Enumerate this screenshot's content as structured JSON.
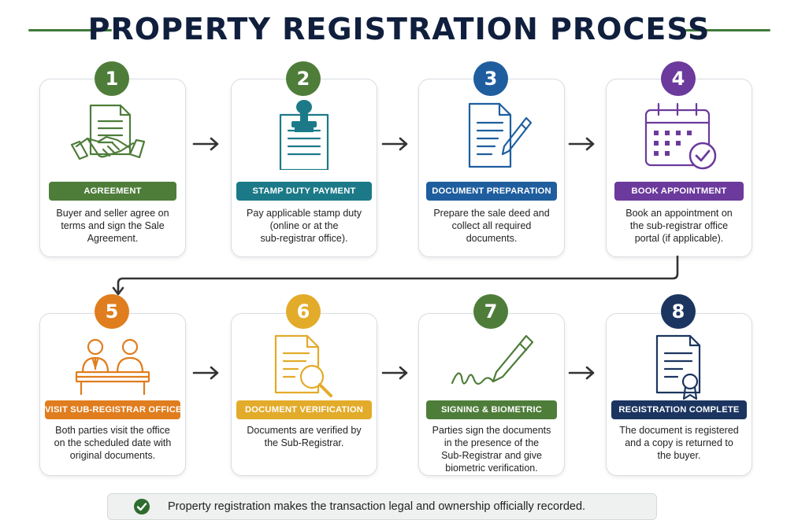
{
  "title": "PROPERTY REGISTRATION PROCESS",
  "colors": {
    "green": "#4e7d3a",
    "teal": "#1c7a88",
    "blue": "#1f5e9e",
    "purple": "#6b3a9c",
    "orange": "#e07d1e",
    "gold": "#e3ab2a",
    "navy": "#1c3560",
    "title": "#0f1f3d"
  },
  "steps": [
    {
      "number": "1",
      "label": "AGREEMENT",
      "desc_lines": [
        "Buyer and seller agree on",
        "terms and sign the Sale",
        "Agreement."
      ],
      "icon": "handshake-document-icon"
    },
    {
      "number": "2",
      "label": "STAMP DUTY PAYMENT",
      "desc_lines": [
        "Pay applicable stamp duty",
        "(online or at the",
        "sub-registrar office)."
      ],
      "icon": "stamp-icon"
    },
    {
      "number": "3",
      "label": "DOCUMENT PREPARATION",
      "desc_lines": [
        "Prepare the sale deed and",
        "collect all required",
        "documents."
      ],
      "icon": "document-pen-icon"
    },
    {
      "number": "4",
      "label": "BOOK APPOINTMENT",
      "desc_lines": [
        "Book an appointment on",
        "the sub-registrar office",
        "portal (if applicable)."
      ],
      "icon": "calendar-check-icon"
    },
    {
      "number": "5",
      "label": "VISIT SUB-REGISTRAR OFFICE",
      "desc_lines": [
        "Both parties visit the office",
        "on the scheduled date with",
        "original documents."
      ],
      "icon": "office-meeting-icon"
    },
    {
      "number": "6",
      "label": "DOCUMENT VERIFICATION",
      "desc_lines": [
        "Documents are verified by",
        "the Sub-Registrar."
      ],
      "icon": "document-magnifier-icon"
    },
    {
      "number": "7",
      "label": "SIGNING & BIOMETRIC",
      "desc_lines": [
        "Parties sign the documents",
        "in the presence of the",
        "Sub-Registrar and give",
        "biometric verification."
      ],
      "icon": "pen-signature-icon"
    },
    {
      "number": "8",
      "label": "REGISTRATION COMPLETE",
      "desc_lines": [
        "The document is registered",
        "and a copy is returned to",
        "the buyer."
      ],
      "icon": "certificate-icon"
    }
  ],
  "footer": {
    "text": "Property registration makes the transaction legal and ownership officially recorded.",
    "icon": "check-circle-icon"
  }
}
